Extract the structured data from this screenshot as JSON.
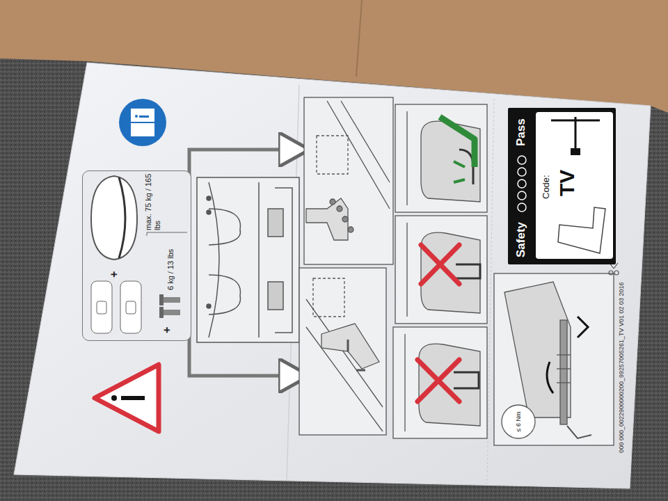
{
  "diagram": {
    "nodes": [
      {
        "text": [
          "max. 75 kg / 165 lbs",
          "+",
          "+",
          "6 kg / 13 lbs"
        ]
      },
      {
        "text": [
          "Safety",
          "Pass",
          "Code:",
          "TV"
        ]
      }
    ],
    "labels": [
      "≤ 6 Nm",
      "000 000_0022900000200_99257005261_TV V01 02 03 2016"
    ]
  }
}
